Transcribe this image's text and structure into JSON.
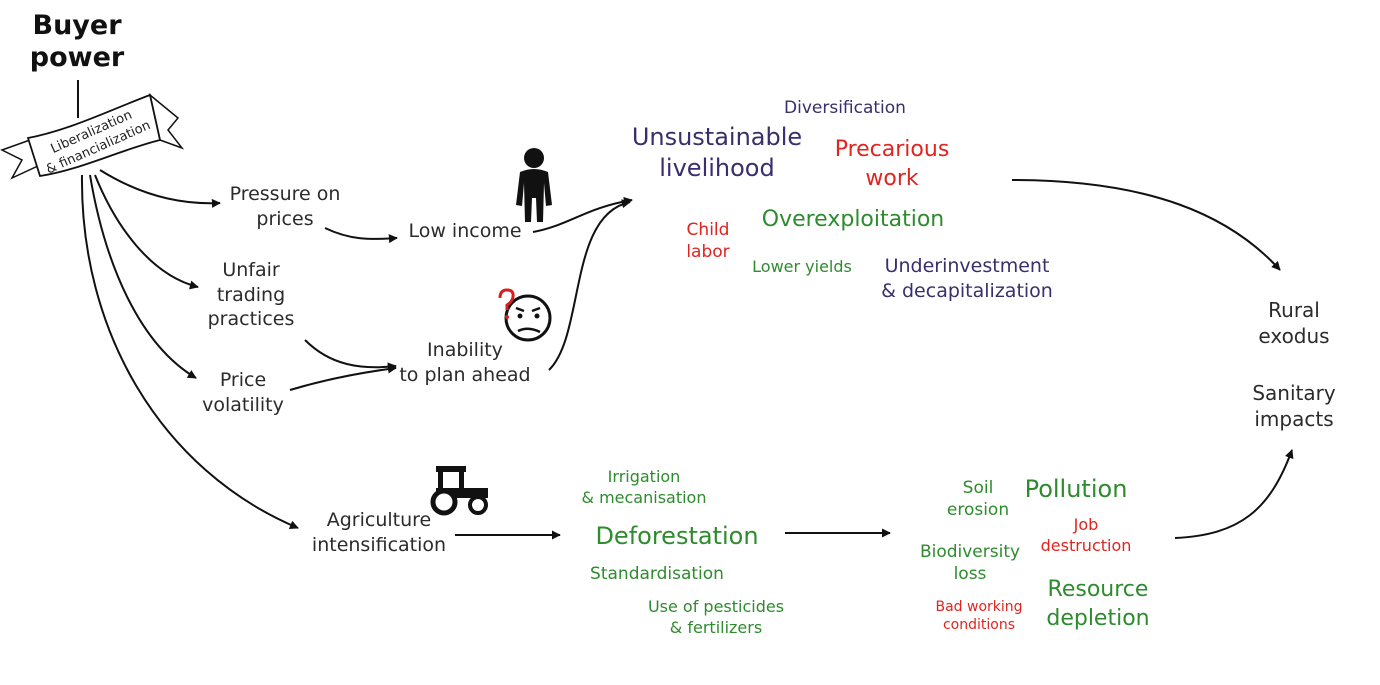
{
  "title": "Buyer\npower",
  "banner": {
    "line1": "Liberalization",
    "line2": "& financialization"
  },
  "drivers": {
    "pressure_on_prices": "Pressure on\nprices",
    "unfair_trading": "Unfair\ntrading\npractices",
    "price_volatility": "Price\nvolatility",
    "low_income": "Low income",
    "inability_to_plan": "Inability\nto plan ahead",
    "agriculture_intensification": "Agriculture\nintensification"
  },
  "livelihood_cluster": {
    "diversification": "Diversification",
    "unsustainable_livelihood": "Unsustainable\nlivelihood",
    "precarious_work": "Precarious\nwork",
    "child_labor": "Child\nlabor",
    "overexploitation": "Overexploitation",
    "lower_yields": "Lower yields",
    "underinvestment": "Underinvestment\n& decapitalization"
  },
  "agriculture_cluster": {
    "irrigation": "Irrigation\n& mecanisation",
    "deforestation": "Deforestation",
    "standardisation": "Standardisation",
    "pesticides": "Use of pesticides\n& fertilizers"
  },
  "environment_cluster": {
    "soil_erosion": "Soil\nerosion",
    "pollution": "Pollution",
    "job_destruction": "Job\ndestruction",
    "biodiversity_loss": "Biodiversity\nloss",
    "bad_working_conditions": "Bad working\nconditions",
    "resource_depletion": "Resource\ndepletion"
  },
  "outcomes": {
    "rural_exodus": "Rural\nexodus",
    "sanitary_impacts": "Sanitary\nimpacts"
  },
  "icons": [
    "person-icon",
    "confused-face-icon",
    "tractor-icon"
  ],
  "colors": {
    "dark": "#2b2b2b",
    "purple": "#3a2e6b",
    "red": "#e0241f",
    "green": "#2e8b2e"
  }
}
